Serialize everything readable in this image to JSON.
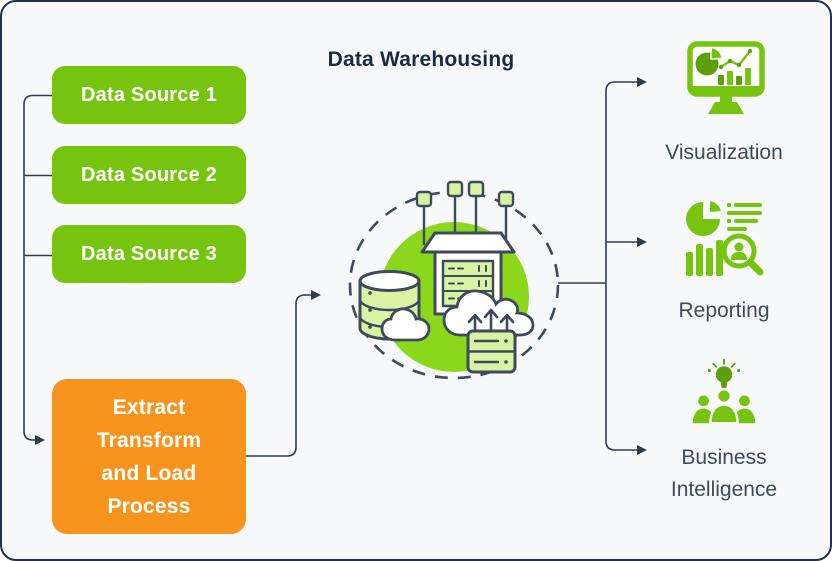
{
  "title": "Data Warehousing",
  "sources": [
    {
      "label": "Data Source 1"
    },
    {
      "label": "Data Source 2"
    },
    {
      "label": "Data Source 3"
    }
  ],
  "etl": {
    "label": "Extract Transform and Load Process",
    "lines": [
      "Extract",
      "Transform",
      "and Load",
      "Process"
    ]
  },
  "center": {
    "icon": "data-warehouse-illustration",
    "elements": [
      "warehouse-building",
      "antenna-nodes",
      "database-cylinder",
      "cloud",
      "upload-arrows-cloud",
      "server-stack"
    ]
  },
  "outputs": [
    {
      "label": "Visualization",
      "icon": "visualization-monitor-chart-icon"
    },
    {
      "label": "Reporting",
      "icon": "reporting-analytics-icon"
    },
    {
      "label": "Business Intelligence",
      "lines": [
        "Business",
        "Intelligence"
      ],
      "icon": "business-intelligence-team-icon"
    }
  ],
  "colors": {
    "green": "#76C410",
    "green_dark": "#5E9E0D",
    "green_light": "#D7F2A0",
    "green_pale": "#D9F3A3",
    "bright_green": "#8CD71C",
    "orange": "#F7941D",
    "ink": "#3E4A5C",
    "navy": "#1C2A44",
    "label": "#3D4A5C",
    "line": "#2F3A4D",
    "bg": "#F7F8F9",
    "border": "#243049"
  }
}
